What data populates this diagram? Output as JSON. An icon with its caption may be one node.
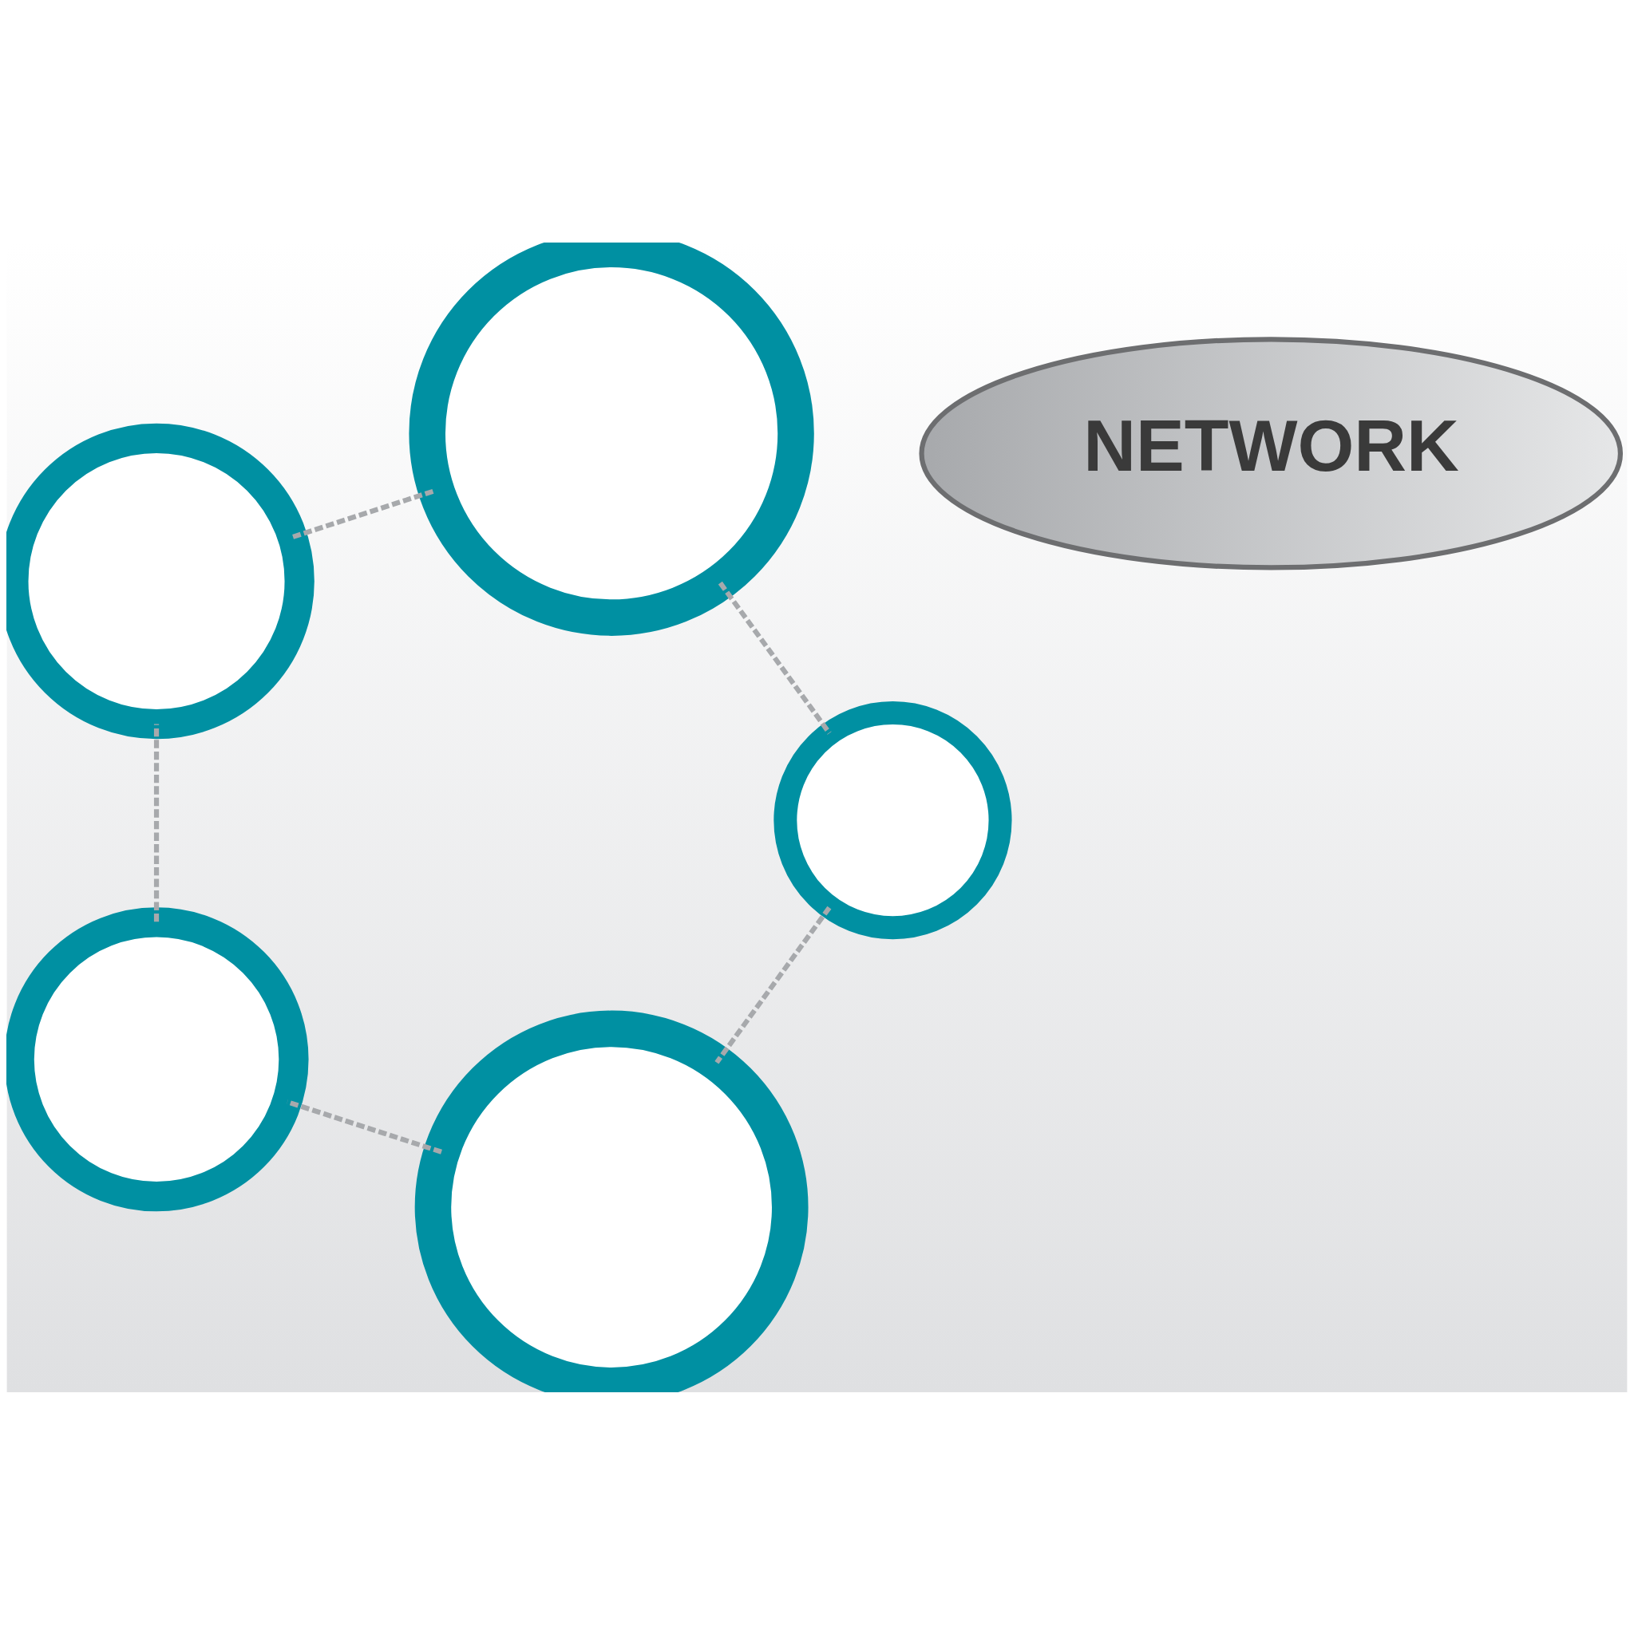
{
  "diagram": {
    "nodes": [
      {
        "text": [],
        "shape": "circle"
      },
      {
        "text": [],
        "shape": "circle"
      },
      {
        "text": [],
        "shape": "circle"
      },
      {
        "text": [
          "NETWORK"
        ]
      },
      {
        "text": [],
        "shape": "circle"
      },
      {
        "text": [],
        "shape": "circle"
      }
    ],
    "edges": [
      {
        "from": 0,
        "to": 1,
        "arrow": "none",
        "style": "dashed"
      },
      {
        "from": 1,
        "to": 4,
        "arrow": "none",
        "style": "dashed"
      },
      {
        "from": 4,
        "to": 5,
        "arrow": "none",
        "style": "dashed"
      },
      {
        "from": 5,
        "to": 2,
        "arrow": "none",
        "style": "dashed"
      },
      {
        "from": 2,
        "to": 0,
        "arrow": "none",
        "style": "dashed"
      }
    ]
  }
}
